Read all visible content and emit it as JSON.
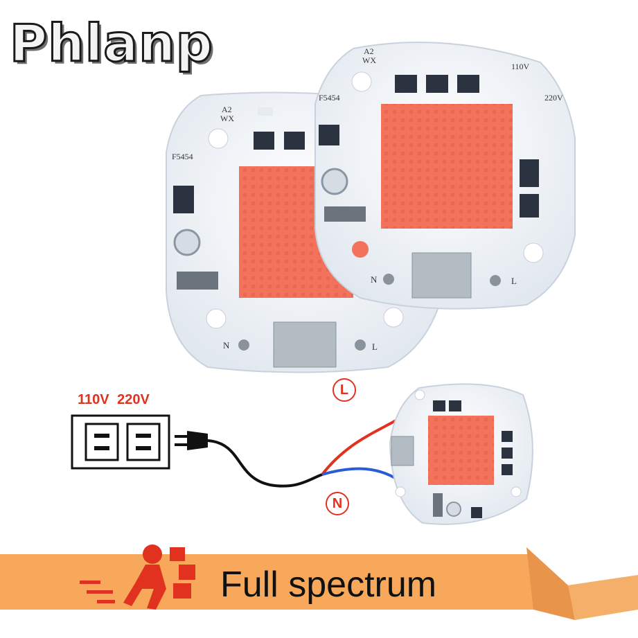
{
  "brand": "Phlanp",
  "boards": {
    "back": {
      "model": "A2",
      "model2": "WX",
      "part": "F5454",
      "neutral": "N",
      "live": "L"
    },
    "front": {
      "model": "A2",
      "model2": "WX",
      "part": "F5454",
      "v110": "110V",
      "v220": "220V",
      "neutral": "N",
      "live": "L"
    }
  },
  "wiring": {
    "voltage": "110V  220V",
    "live_label": "L",
    "neutral_label": "N"
  },
  "banner": {
    "text": "Full spectrum"
  },
  "colors": {
    "led": "#f2725c",
    "banner": "#f7a85a",
    "wire_live": "#e0321e",
    "wire_neutral": "#2b5bd7"
  }
}
